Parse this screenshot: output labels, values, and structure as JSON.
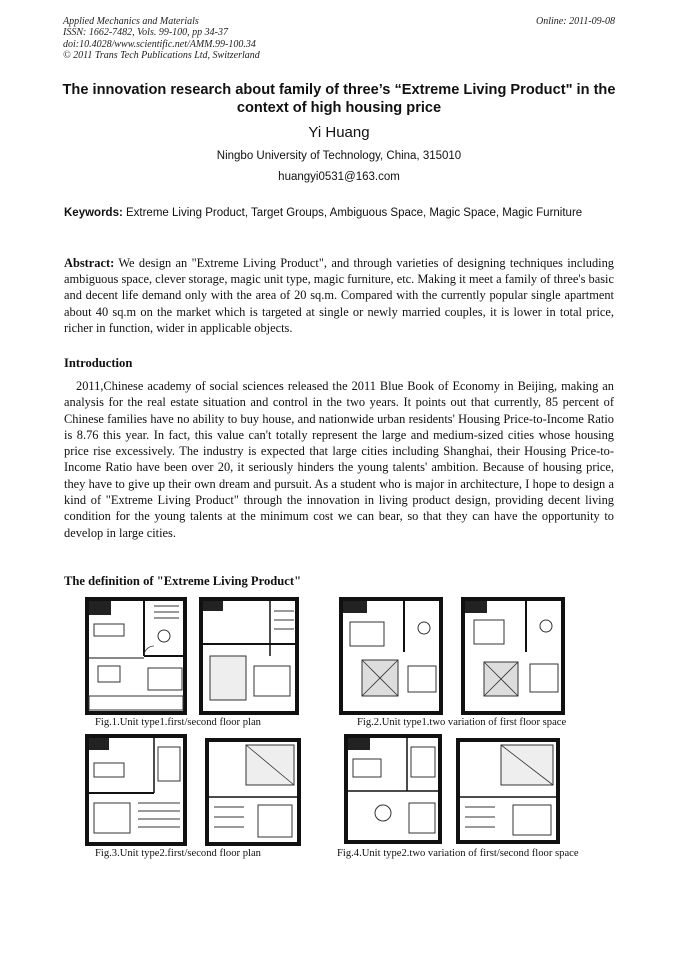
{
  "header": {
    "journal": "Applied Mechanics and Materials",
    "issn": "ISSN: 1662-7482, Vols. 99-100, pp 34-37",
    "doi": "doi:10.4028/www.scientific.net/AMM.99-100.34",
    "copyright": "© 2011 Trans Tech Publications Ltd, Switzerland",
    "online": "Online: 2011-09-08"
  },
  "title": "The innovation research about family of three’s “Extreme Living Product\" in the context of high housing price",
  "author": "Yi Huang",
  "affiliation": "Ningbo University of Technology, China, 315010",
  "email": "huangyi0531@163.com",
  "keywords": {
    "label": "Keywords:",
    "text": " Extreme Living Product, Target Groups, Ambiguous Space, Magic Space, Magic Furniture"
  },
  "abstract": {
    "label": "Abstract:",
    "text": " We design an \"Extreme Living Product\", and through varieties of designing techniques including ambiguous space, clever storage, magic unit type, magic furniture, etc. Making it meet a family of three's basic and decent life demand only with the area of 20 sq.m. Compared with the currently popular single apartment about 40 sq.m on the market which is targeted at single or newly married couples, it is lower in total price, richer in function, wider in applicable objects."
  },
  "introduction": {
    "heading": "Introduction",
    "text": "2011,Chinese academy of social sciences released the 2011 Blue Book of Economy in Beijing, making an analysis for the real estate situation and control in the two years. It points out that currently, 85 percent of Chinese families have no ability to buy house, and nationwide urban residents' Housing Price-to-Income Ratio is 8.76 this year. In fact, this value can't totally represent the large and medium-sized cities whose housing price rise excessively. The industry is expected that large cities including Shanghai, their Housing Price-to-Income Ratio have been over 20, it seriously hinders the young talents' ambition. Because of housing price, they have to give up their own dream and pursuit. As a student who is major in architecture, I hope to design a kind of \"Extreme Living Product\" through the innovation in living product design, providing decent living condition for the young talents at the minimum cost we can bear, so that they can have the opportunity to develop in large cities."
  },
  "definition": {
    "heading": "The definition of \"Extreme Living Product\""
  },
  "figures": {
    "fig1": "Fig.1.Unit type1.first/second floor plan",
    "fig2": "Fig.2.Unit type1.two variation of first floor space",
    "fig3": "Fig.3.Unit type2.first/second floor plan",
    "fig4": "Fig.4.Unit type2.two variation of first/second floor space"
  }
}
